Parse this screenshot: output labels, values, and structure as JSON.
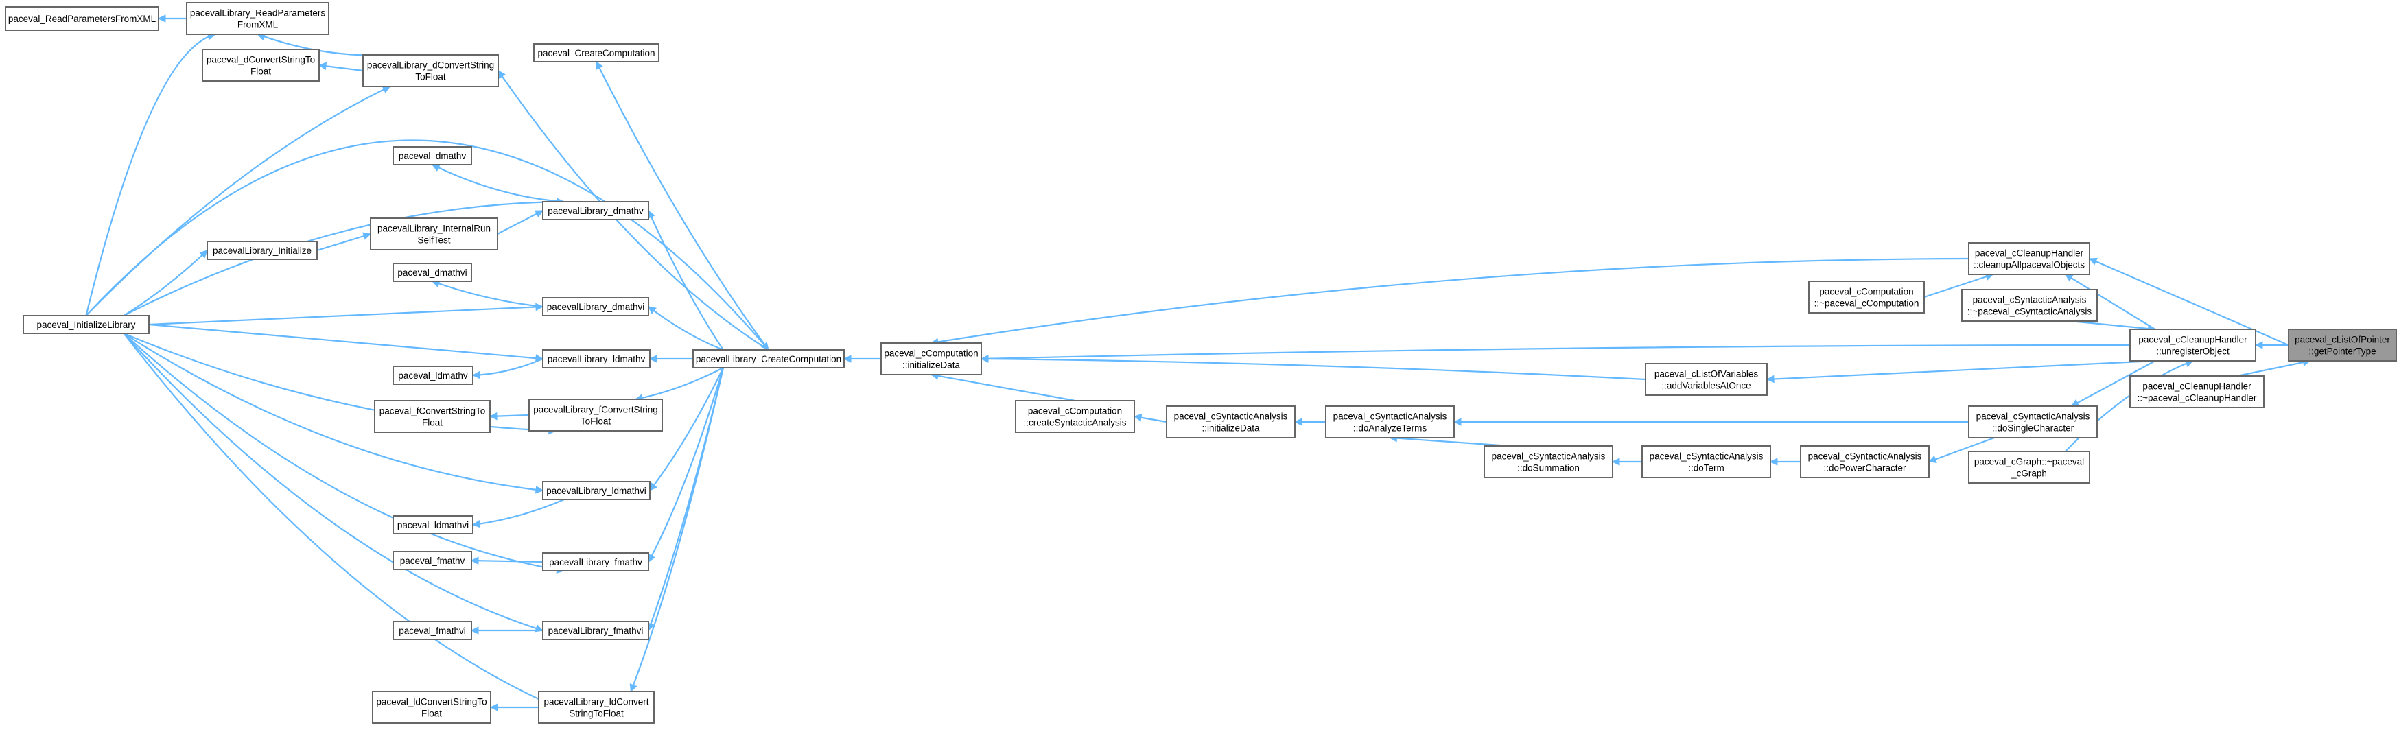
{
  "colors": {
    "edge": "#63b8ff",
    "node_border": "#666666",
    "node_fill": "#ffffff",
    "root_fill": "#999999"
  },
  "nodes": {
    "readParamsXML": {
      "lines": [
        "paceval_ReadParametersFromXML"
      ]
    },
    "libReadParams": {
      "lines": [
        "pacevalLibrary_ReadParameters",
        "FromXML"
      ]
    },
    "dConvertToFloat": {
      "lines": [
        "paceval_dConvertStringTo",
        "Float"
      ]
    },
    "libDConvert": {
      "lines": [
        "pacevalLibrary_dConvertString",
        "ToFloat"
      ]
    },
    "createComp": {
      "lines": [
        "paceval_CreateComputation"
      ]
    },
    "dmathv": {
      "lines": [
        "paceval_dmathv"
      ]
    },
    "libDmathv": {
      "lines": [
        "pacevalLibrary_dmathv"
      ]
    },
    "libInternalRun": {
      "lines": [
        "pacevalLibrary_InternalRun",
        "SelfTest"
      ]
    },
    "libInitialize": {
      "lines": [
        "pacevalLibrary_Initialize"
      ]
    },
    "initLibrary": {
      "lines": [
        "paceval_InitializeLibrary"
      ]
    },
    "dmathvi": {
      "lines": [
        "paceval_dmathvi"
      ]
    },
    "libDmathvi": {
      "lines": [
        "pacevalLibrary_dmathvi"
      ]
    },
    "ldmathv": {
      "lines": [
        "paceval_ldmathv"
      ]
    },
    "libLdmathv": {
      "lines": [
        "pacevalLibrary_ldmathv"
      ]
    },
    "fConvertToFloat": {
      "lines": [
        "paceval_fConvertStringTo",
        "Float"
      ]
    },
    "libFConvert": {
      "lines": [
        "pacevalLibrary_fConvertString",
        "ToFloat"
      ]
    },
    "libLdmathvi": {
      "lines": [
        "pacevalLibrary_ldmathvi"
      ]
    },
    "ldmathvi": {
      "lines": [
        "paceval_ldmathvi"
      ]
    },
    "fmathv": {
      "lines": [
        "paceval_fmathv"
      ]
    },
    "libFmathv": {
      "lines": [
        "pacevalLibrary_fmathv"
      ]
    },
    "fmathvi": {
      "lines": [
        "paceval_fmathvi"
      ]
    },
    "libFmathvi": {
      "lines": [
        "pacevalLibrary_fmathvi"
      ]
    },
    "ldConvertToFloat": {
      "lines": [
        "paceval_ldConvertStringTo",
        "Float"
      ]
    },
    "libLdConvert": {
      "lines": [
        "pacevalLibrary_ldConvert",
        "StringToFloat"
      ]
    },
    "libCreateComp": {
      "lines": [
        "pacevalLibrary_CreateComputation"
      ]
    },
    "compInitData": {
      "lines": [
        "paceval_cComputation",
        "::initializeData"
      ]
    },
    "compCreateSynt": {
      "lines": [
        "paceval_cComputation",
        "::createSyntacticAnalysis"
      ]
    },
    "syntInitData": {
      "lines": [
        "paceval_cSyntacticAnalysis",
        "::initializeData"
      ]
    },
    "syntAnalyze": {
      "lines": [
        "paceval_cSyntacticAnalysis",
        "::doAnalyzeTerms"
      ]
    },
    "syntSummation": {
      "lines": [
        "paceval_cSyntacticAnalysis",
        "::doSummation"
      ]
    },
    "syntTerm": {
      "lines": [
        "paceval_cSyntacticAnalysis",
        "::doTerm"
      ]
    },
    "syntPower": {
      "lines": [
        "paceval_cSyntacticAnalysis",
        "::doPowerCharacter"
      ]
    },
    "listAddVars": {
      "lines": [
        "paceval_cListOfVariables",
        "::addVariablesAtOnce"
      ]
    },
    "cleanupAll": {
      "lines": [
        "paceval_cCleanupHandler",
        "::cleanupAllpacevalObjects"
      ]
    },
    "compDestructor": {
      "lines": [
        "paceval_cComputation",
        "::~paceval_cComputation"
      ]
    },
    "syntDestructor": {
      "lines": [
        "paceval_cSyntacticAnalysis",
        "::~paceval_cSyntacticAnalysis"
      ]
    },
    "syntSingleChar": {
      "lines": [
        "paceval_cSyntacticAnalysis",
        "::doSingleCharacter"
      ]
    },
    "graphDestructor": {
      "lines": [
        "paceval_cGraph::~paceval",
        "_cGraph"
      ]
    },
    "cleanupUnreg": {
      "lines": [
        "paceval_cCleanupHandler",
        "::unregisterObject"
      ]
    },
    "cleanupDestructor": {
      "lines": [
        "paceval_cCleanupHandler",
        "::~paceval_cCleanupHandler"
      ]
    },
    "root": {
      "lines": [
        "paceval_cListOfPointer",
        "::getPointerType"
      ]
    }
  }
}
